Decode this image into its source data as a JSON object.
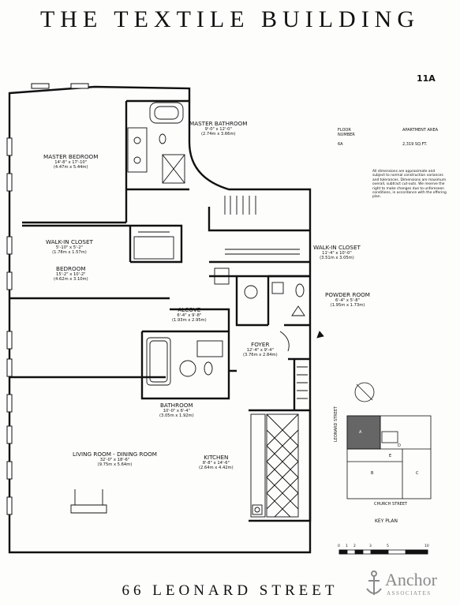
{
  "title": "THE TEXTILE BUILDING",
  "unit": "11A",
  "floor_number_label": "FLOOR NUMBER",
  "floor_number": "6A",
  "apartment_area_label": "APARTMENT AREA",
  "apartment_area": "2,319 SQ.FT.",
  "disclaimer": "All dimensions are approximate and subject to normal construction variances and tolerances. Dimensions are maximum overall, subtract cut-outs. We reserve the right to make changes due to unforeseen conditions, in accordance with the offering plan.",
  "rooms": {
    "master_bathroom": {
      "name": "MASTER BATHROOM",
      "dim": "9'-0\" x 12'-0\"",
      "metric": "(2.74m x 3.66m)"
    },
    "master_bedroom": {
      "name": "MASTER BEDROOM",
      "dim": "14'-8\" x 17'-10\"",
      "metric": "(4.47m x 5.44m)"
    },
    "walkin_closet_1": {
      "name": "WALK-IN CLOSET",
      "dim": "5'-10\" x 5'-2\"",
      "metric": "(1.78m x 1.57m)"
    },
    "walkin_closet_2": {
      "name": "WALK-IN CLOSET",
      "dim": "11'-4\" x 10'-0\"",
      "metric": "(3.51m x 3.05m)"
    },
    "bedroom": {
      "name": "BEDROOM",
      "dim": "15'-2\" x 10'-2\"",
      "metric": "(4.62m x 3.10m)"
    },
    "powder_room": {
      "name": "POWDER ROOM",
      "dim": "6'-4\" x 5'-8\"",
      "metric": "(1.95m x 1.73m)"
    },
    "alcove": {
      "name": "ALCOVE",
      "dim": "6'-4\" x 9'-8\"",
      "metric": "(1.93m x 2.95m)"
    },
    "foyer": {
      "name": "FOYER",
      "dim": "12'-4\" x 9'-4\"",
      "metric": "(3.76m x 2.84m)"
    },
    "bathroom": {
      "name": "BATHROOM",
      "dim": "10'-0\" x 6'-4\"",
      "metric": "(3.05m x 1.92m)"
    },
    "living_dining": {
      "name": "LIVING ROOM - DINING ROOM",
      "dim": "32'-0\" x 18'-6\"",
      "metric": "(9.75m x 5.64m)"
    },
    "kitchen": {
      "name": "KITCHEN",
      "dim": "8'-8\" x 14'-6\"",
      "metric": "(2.64m x 4.42m)"
    }
  },
  "key_plan": {
    "label": "KEY PLAN",
    "street_vertical": "LEONARD STREET",
    "street_horizontal": "CHURCH STREET",
    "wings": [
      "A",
      "B",
      "C",
      "D",
      "E"
    ]
  },
  "scale_ticks": [
    "0",
    "1",
    "2",
    "3",
    "5",
    "10"
  ],
  "address": "66 LEONARD STREET",
  "brand": {
    "name": "Anchor",
    "sub": "ASSOCIATES"
  }
}
